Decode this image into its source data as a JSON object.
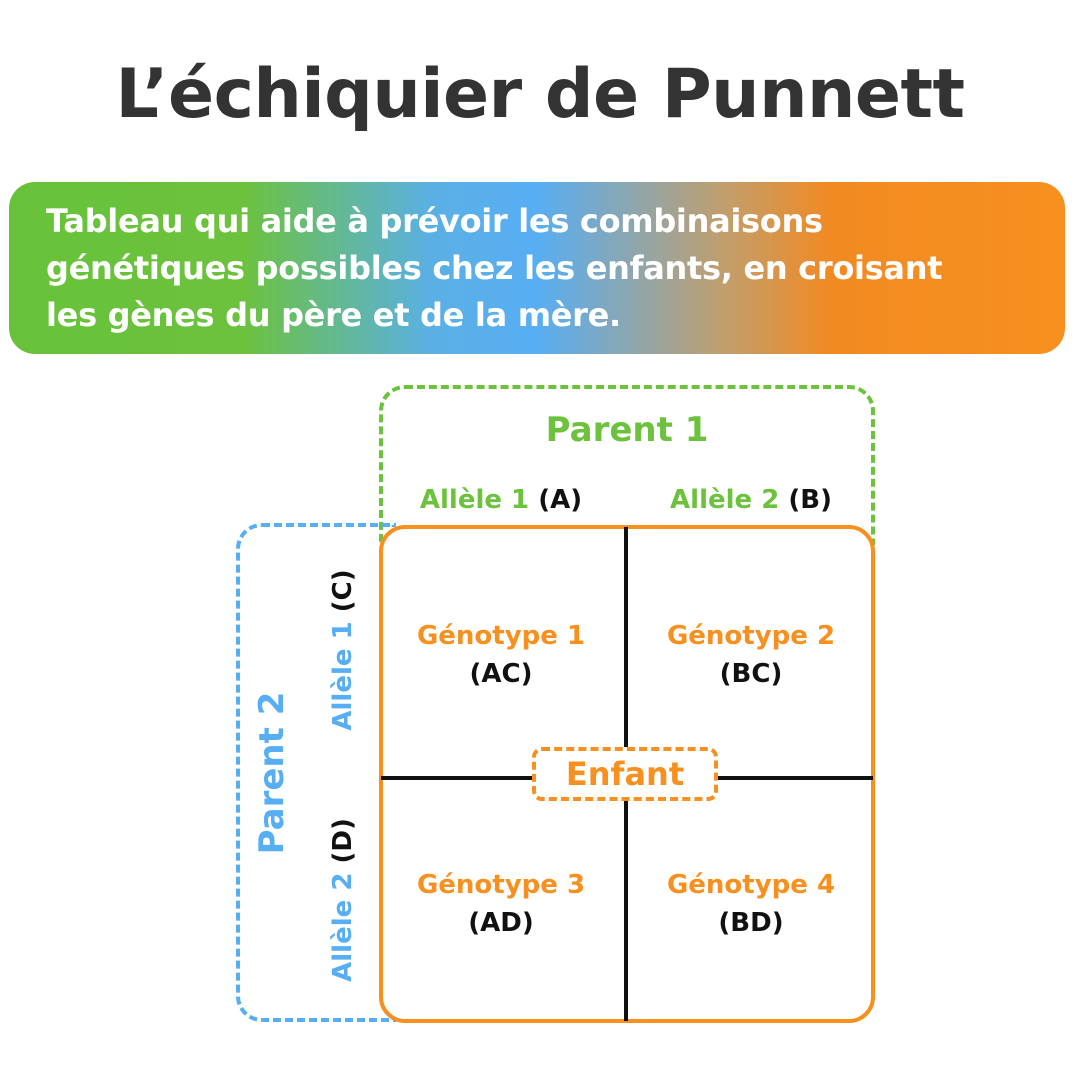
{
  "title": "L’échiquier de Punnett",
  "banner": {
    "lines": [
      "Tableau qui aide à prévoir les combinaisons",
      "génétiques possibles chez les enfants, en croisant",
      "les gènes du père et de la mère."
    ]
  },
  "parent1": {
    "label": "Parent 1",
    "alleles": [
      {
        "label": "Allèle 1",
        "code": "(A)"
      },
      {
        "label": "Allèle 2",
        "code": "(B)"
      }
    ]
  },
  "parent2": {
    "label": "Parent 2",
    "alleles": [
      {
        "label": "Allèle 1",
        "code": "(C)"
      },
      {
        "label": "Allèle 2",
        "code": "(D)"
      }
    ]
  },
  "cells": [
    {
      "genotype": "Génotype 1",
      "code": "(AC)"
    },
    {
      "genotype": "Génotype 2",
      "code": "(BC)"
    },
    {
      "genotype": "Génotype 3",
      "code": "(AD)"
    },
    {
      "genotype": "Génotype 4",
      "code": "(BD)"
    }
  ],
  "center_label": "Enfant",
  "colors": {
    "parent1": "#6cc23c",
    "parent2": "#58aef3",
    "offspring": "#f7901e",
    "title": "#333333"
  }
}
